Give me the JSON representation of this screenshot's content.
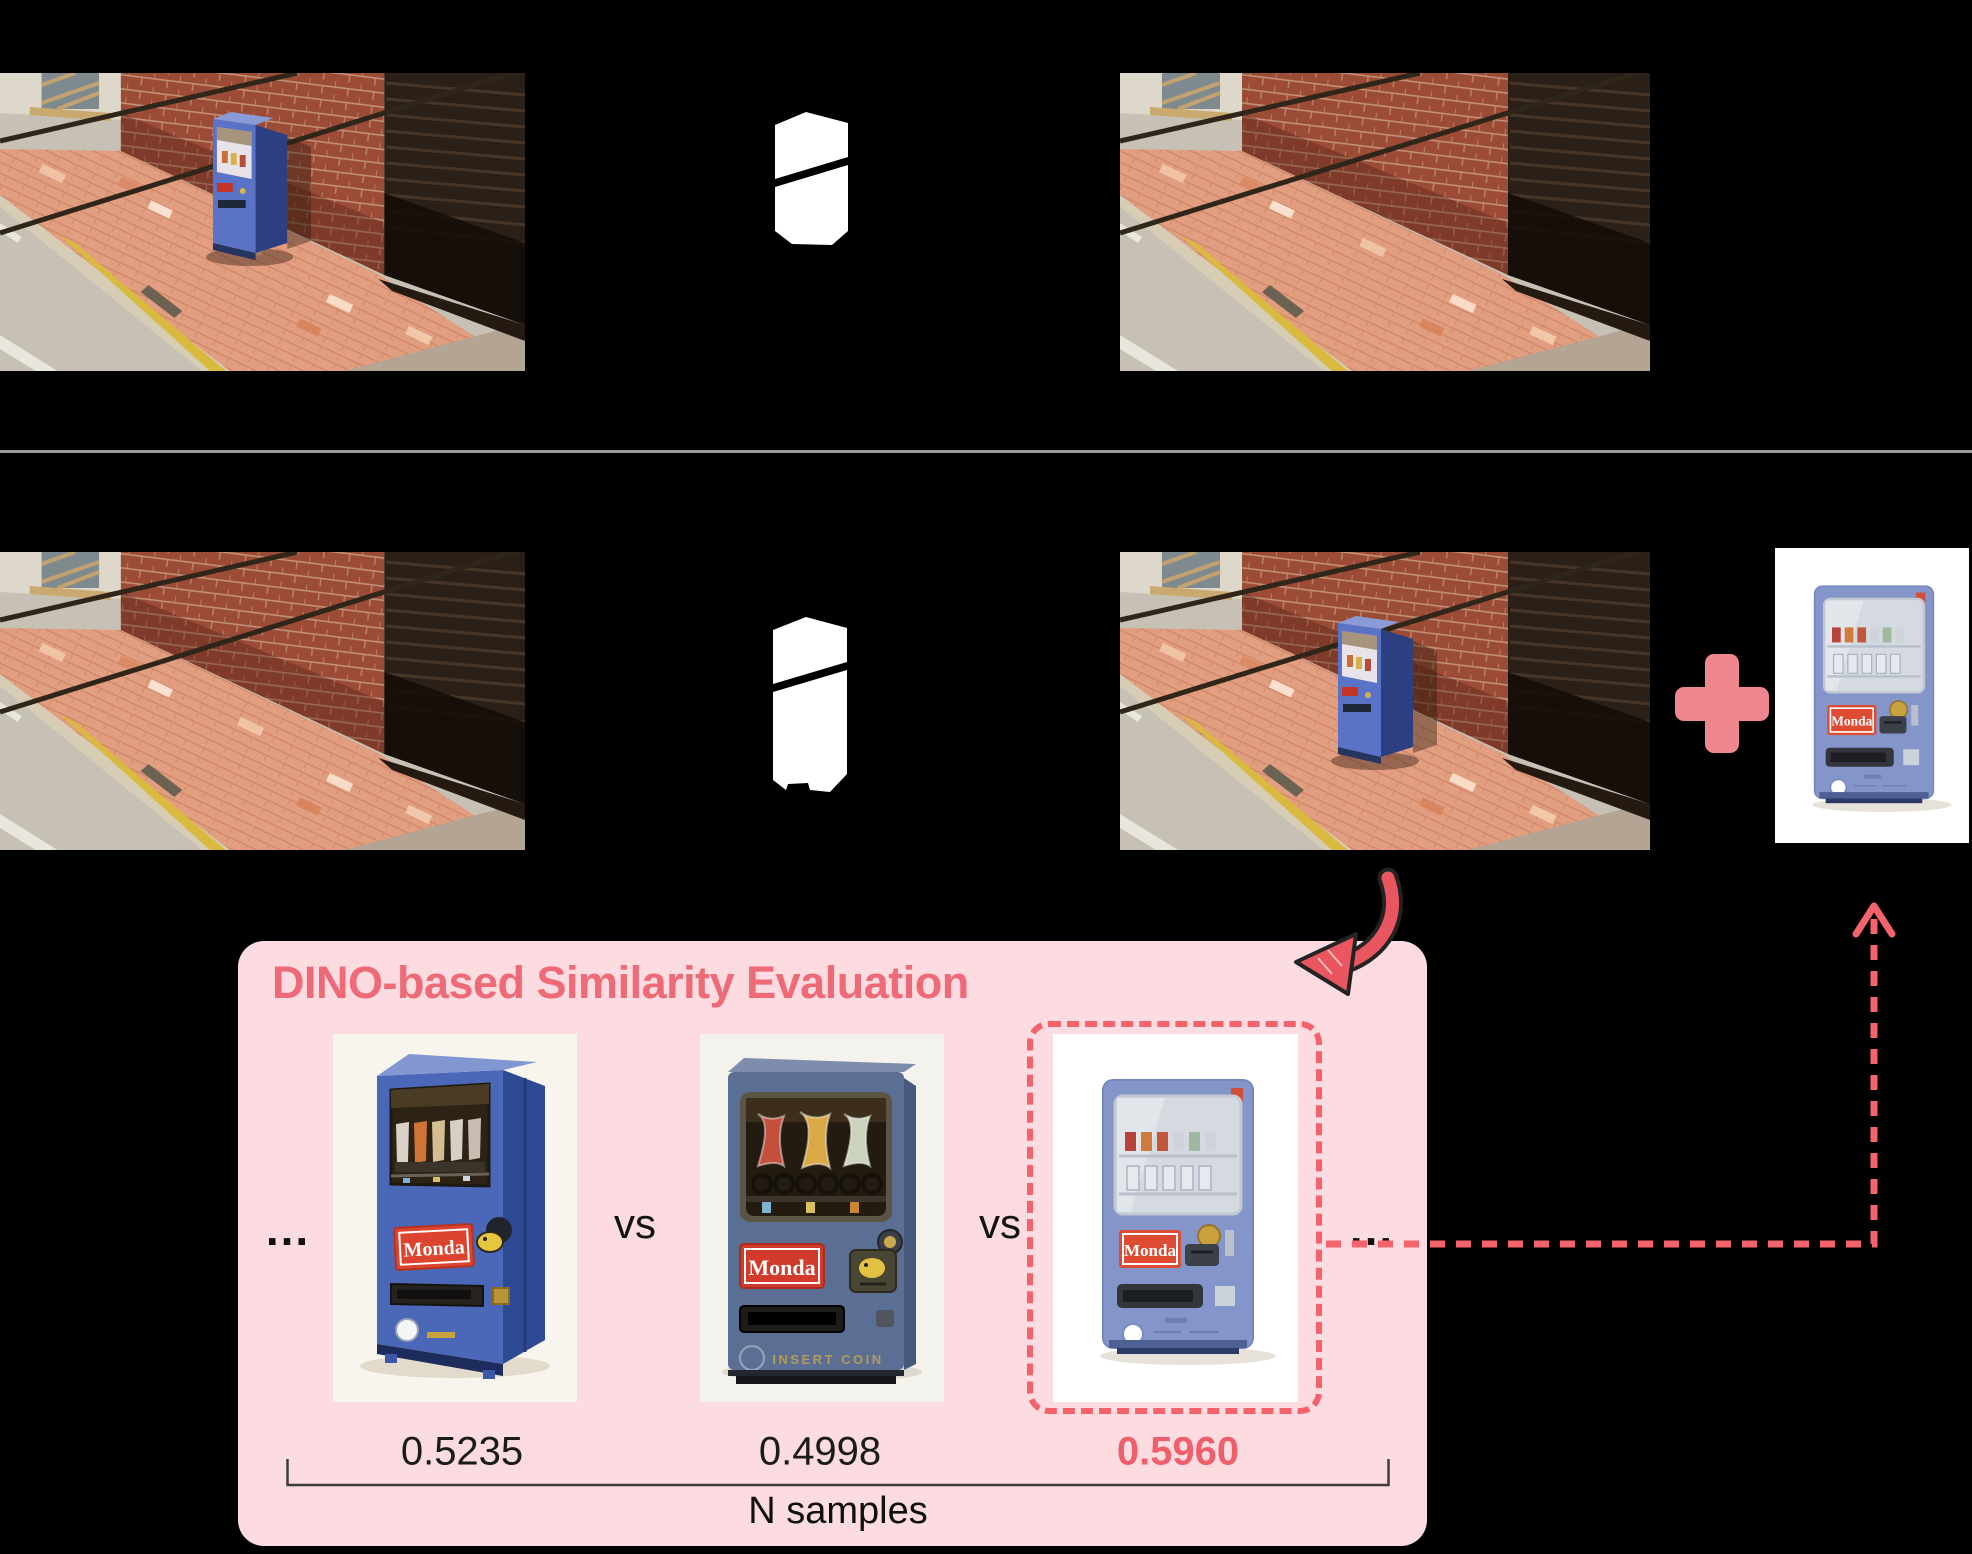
{
  "colors": {
    "background": "#000000",
    "separator": "#9a9a9a",
    "panel_bg": "#fcdbe1",
    "accent_title": "#ed6a76",
    "accent_dash": "#f4636c",
    "plus": "#f0868e",
    "score_highlight": "#ee5f6b",
    "text": "#1b1b1b"
  },
  "panel": {
    "title": "DINO-based Similarity Evaluation",
    "vs_label": "vs",
    "ellipsis": "...",
    "samples": [
      {
        "score": "0.5235",
        "highlight": false
      },
      {
        "score": "0.4998",
        "highlight": false
      },
      {
        "score": "0.5960",
        "highlight": true
      }
    ],
    "n_samples_label": "N samples"
  },
  "machine": {
    "brand": "Monda",
    "insert_coin": "INSERT COIN"
  },
  "icons": {
    "plus": "plus-icon",
    "curved_arrow": "curved-arrow-icon",
    "return_arrow": "up-dashed-arrow-icon",
    "mask": "object-mask-shape"
  }
}
